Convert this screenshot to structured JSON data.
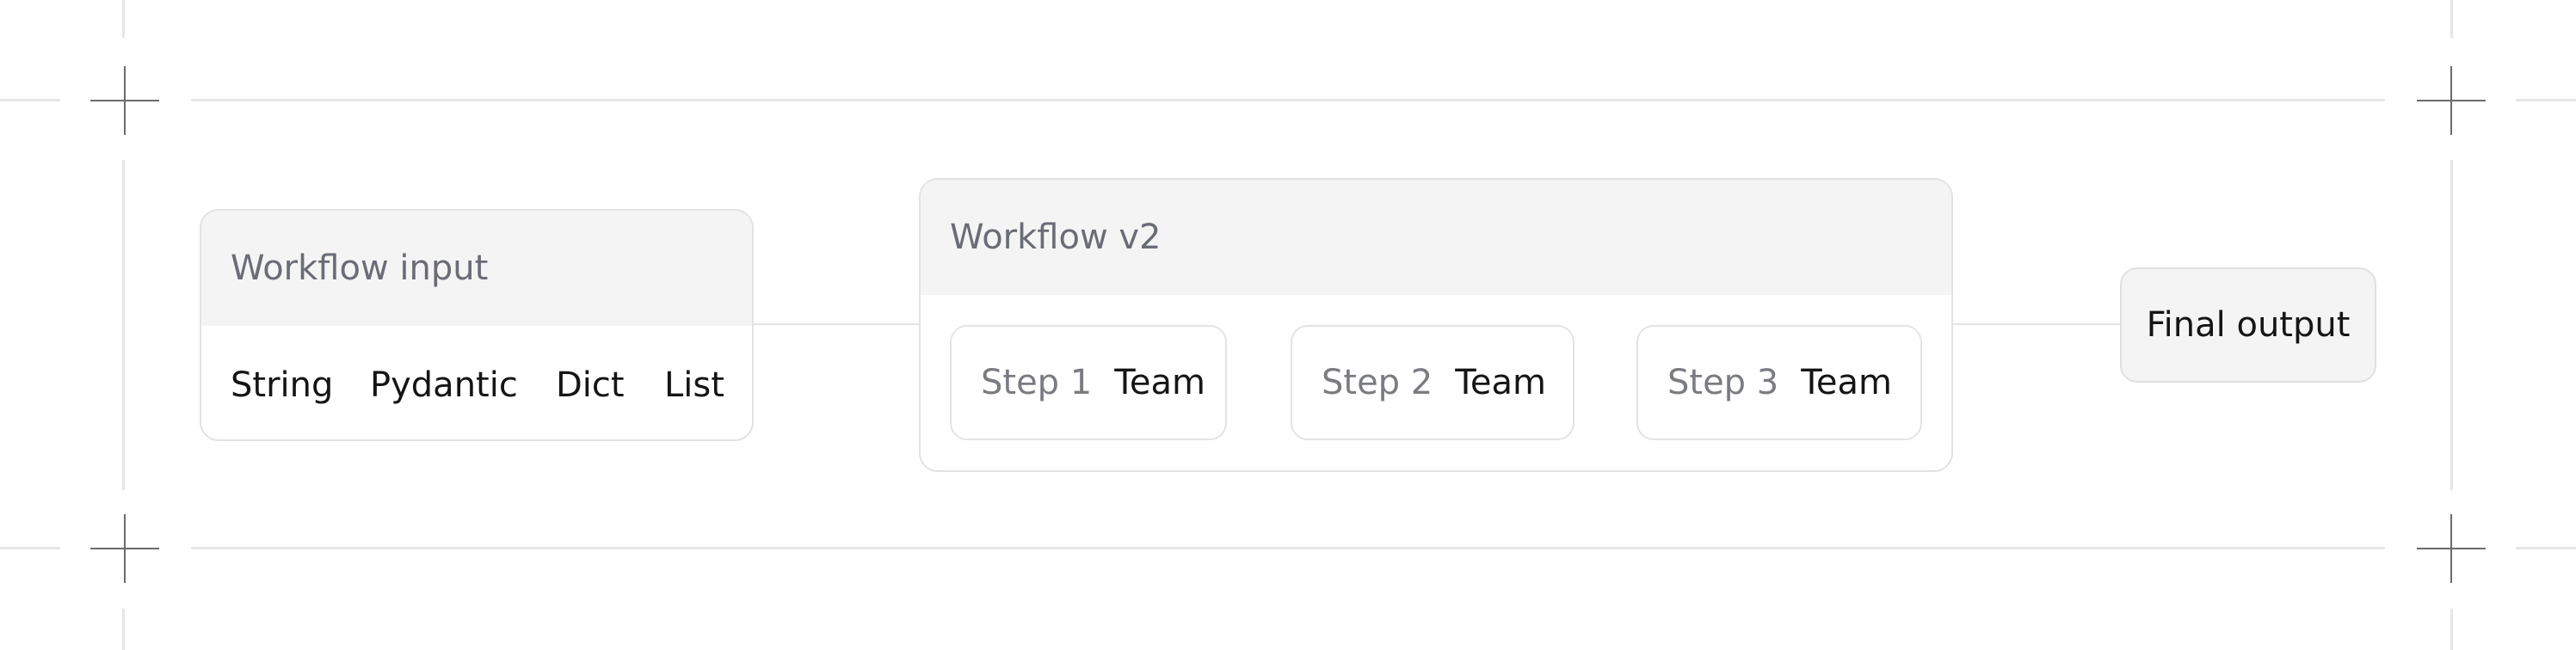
{
  "workflow_input": {
    "title": "Workflow input",
    "types": [
      "String",
      "Pydantic",
      "Dict",
      "List"
    ]
  },
  "workflow": {
    "title": "Workflow v2",
    "steps": [
      {
        "label": "Step 1",
        "kind": "Team"
      },
      {
        "label": "Step 2",
        "kind": "Team"
      },
      {
        "label": "Step 3",
        "kind": "Team"
      }
    ]
  },
  "final_output": {
    "label": "Final output"
  }
}
